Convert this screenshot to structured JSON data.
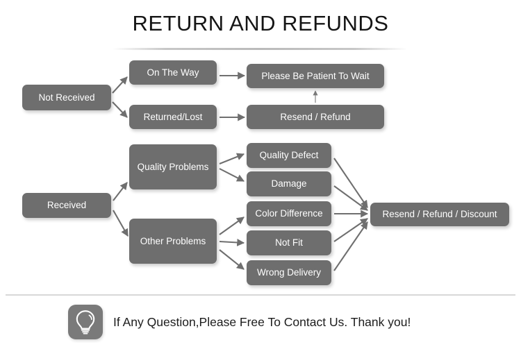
{
  "page": {
    "title": "RETURN AND REFUNDS",
    "background_color": "#ffffff",
    "node_color": "#6e6e6e",
    "node_text_color": "#ffffff",
    "arrow_color": "#6f6f6f",
    "title_color": "#151515"
  },
  "flow": {
    "nodes": {
      "not_received": "Not Received",
      "on_the_way": "On The Way",
      "returned_lost": "Returned/Lost",
      "please_wait": "Please Be Patient To Wait",
      "resend_refund": "Resend / Refund",
      "received": "Received",
      "quality_problems": "Quality Problems",
      "other_problems": "Other Problems",
      "quality_defect": "Quality Defect",
      "damage": "Damage",
      "color_difference": "Color Difference",
      "not_fit": "Not Fit",
      "wrong_delivery": "Wrong Delivery",
      "resend_refund_discount": "Resend / Refund / Discount"
    },
    "edges": [
      {
        "from": "not_received",
        "to": "on_the_way"
      },
      {
        "from": "not_received",
        "to": "returned_lost"
      },
      {
        "from": "on_the_way",
        "to": "please_wait"
      },
      {
        "from": "returned_lost",
        "to": "resend_refund"
      },
      {
        "from": "resend_refund",
        "to": "please_wait"
      },
      {
        "from": "received",
        "to": "quality_problems"
      },
      {
        "from": "received",
        "to": "other_problems"
      },
      {
        "from": "quality_problems",
        "to": "quality_defect"
      },
      {
        "from": "quality_problems",
        "to": "damage"
      },
      {
        "from": "other_problems",
        "to": "color_difference"
      },
      {
        "from": "other_problems",
        "to": "not_fit"
      },
      {
        "from": "other_problems",
        "to": "wrong_delivery"
      },
      {
        "from": "quality_defect",
        "to": "resend_refund_discount"
      },
      {
        "from": "damage",
        "to": "resend_refund_discount"
      },
      {
        "from": "color_difference",
        "to": "resend_refund_discount"
      },
      {
        "from": "not_fit",
        "to": "resend_refund_discount"
      },
      {
        "from": "wrong_delivery",
        "to": "resend_refund_discount"
      }
    ]
  },
  "footer": {
    "icon": "lightbulb-icon",
    "message": "If Any Question,Please Free To Contact Us. Thank you!"
  }
}
